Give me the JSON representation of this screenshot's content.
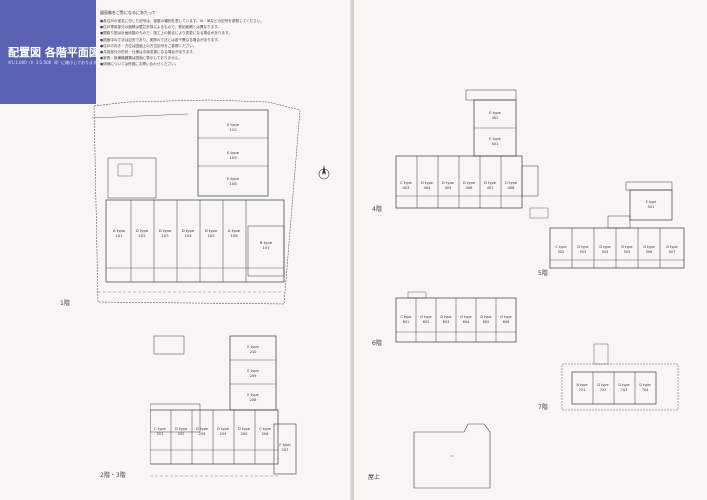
{
  "title": "配置図 各階平面図",
  "subtitle": "※1:1,000（Ⅰ）1:1,500（Ⅱ）に縮小しております。",
  "notes": {
    "heading": "図面集をご覧になるにあたって",
    "lines": [
      "●各住戸の室名に付した記号は、部屋の種別を表しています。ⅠA・ⅠBなどの記号を参照してください。",
      "●住戸専用部分の面積は壁芯計算によるもので、登記面積とは異なります。",
      "●間取り図は計画段階のもので、施工上の都合により変更になる場合があります。",
      "●図面中の寸法は目安であり、実際の寸法とは若干異なる場合があります。",
      "●住戸の向き・方位は図面上の方位記号をご参照ください。",
      "●共用部分の形状・仕様は今後変更になる場合があります。",
      "●家具・設備機器類は図面に表示しておりません。",
      "●詳細については係員にお問い合わせください。"
    ]
  },
  "floor_labels": {
    "f1": "1階",
    "f23": "2階・3階",
    "f4": "4階",
    "f5": "5階",
    "f6": "6階",
    "f7": "7階",
    "roof": "屋上"
  },
  "units": {
    "f1_bottom": [
      {
        "type": "A type",
        "no": "101"
      },
      {
        "type": "D type",
        "no": "102"
      },
      {
        "type": "D type",
        "no": "103"
      },
      {
        "type": "D type",
        "no": "104"
      },
      {
        "type": "D type",
        "no": "105"
      },
      {
        "type": "A type",
        "no": "106"
      },
      {
        "type": "B type",
        "no": "107"
      }
    ],
    "f1_top": [
      {
        "type": "E type",
        "no": "110"
      },
      {
        "type": "E type",
        "no": "109"
      },
      {
        "type": "E type",
        "no": "108"
      }
    ],
    "f23_top": [
      {
        "type": "E type",
        "no": "210"
      },
      {
        "type": "E type",
        "no": "209"
      },
      {
        "type": "E type",
        "no": "208"
      }
    ],
    "f23_bottom": [
      {
        "type": "C type",
        "no": "201"
      },
      {
        "type": "D type",
        "no": "202"
      },
      {
        "type": "D type",
        "no": "203"
      },
      {
        "type": "D type",
        "no": "204"
      },
      {
        "type": "D type",
        "no": "205"
      },
      {
        "type": "C type",
        "no": "206"
      }
    ],
    "f23_side": {
      "type": "F type",
      "no": "207"
    },
    "f4_top": [
      {
        "type": "E type",
        "no": "402"
      },
      {
        "type": "E type",
        "no": "401"
      }
    ],
    "f4_bottom": [
      {
        "type": "C type",
        "no": "403"
      },
      {
        "type": "D type",
        "no": "404"
      },
      {
        "type": "D type",
        "no": "405"
      },
      {
        "type": "D type",
        "no": "406"
      },
      {
        "type": "D type",
        "no": "407"
      },
      {
        "type": "D type",
        "no": "408"
      }
    ],
    "f5_top": {
      "type": "E type",
      "no": "501"
    },
    "f5_bottom": [
      {
        "type": "C type",
        "no": "502"
      },
      {
        "type": "D type",
        "no": "503"
      },
      {
        "type": "D type",
        "no": "504"
      },
      {
        "type": "D type",
        "no": "505"
      },
      {
        "type": "D type",
        "no": "506"
      },
      {
        "type": "D type",
        "no": "507"
      }
    ],
    "f6": [
      {
        "type": "C type",
        "no": "601"
      },
      {
        "type": "D type",
        "no": "602"
      },
      {
        "type": "D type",
        "no": "603"
      },
      {
        "type": "D type",
        "no": "604"
      },
      {
        "type": "D type",
        "no": "605"
      },
      {
        "type": "D type",
        "no": "606"
      }
    ],
    "f7": [
      {
        "type": "B type",
        "no": "701"
      },
      {
        "type": "D type",
        "no": "702"
      },
      {
        "type": "D type",
        "no": "703"
      },
      {
        "type": "D type",
        "no": "704"
      }
    ]
  },
  "colors": {
    "title_block": "#5a63b3",
    "line": "#3a3a3a",
    "paper": "#f7f6f2"
  }
}
